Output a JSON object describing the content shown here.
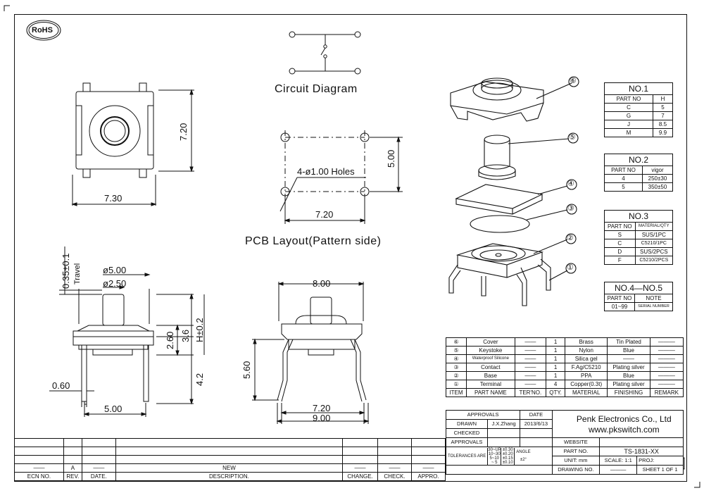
{
  "logo": {
    "text": "RoHS"
  },
  "circuit": {
    "label": "Circuit Diagram"
  },
  "pcb": {
    "label": "PCB Layout(Pattern side)",
    "holes_label": "4-ø1.00 Holes",
    "dim_h": "5.00",
    "dim_w": "7.20"
  },
  "top_view": {
    "dim_w": "7.30",
    "dim_h": "7.20"
  },
  "side_view": {
    "d1": "ø5.00",
    "d2": "ø2.50",
    "travel": "0.35±0.1",
    "travel_word": "Travel",
    "h1": "2.60",
    "h2": "3.6",
    "h3": "H±0.2",
    "h4": "4.2",
    "w1": "0.60",
    "w2": "5.00"
  },
  "front_view": {
    "w_top": "8.00",
    "h": "5.60",
    "w1": "7.20",
    "w2": "9.00"
  },
  "part_callouts": [
    "⑥",
    "⑤",
    "④",
    "③",
    "②",
    "①"
  ],
  "no1": {
    "title": "NO.1",
    "headers": [
      "PART NO",
      "H"
    ],
    "rows": [
      [
        "C",
        "5"
      ],
      [
        "G",
        "7"
      ],
      [
        "J",
        "8.5"
      ],
      [
        "M",
        "9.9"
      ]
    ]
  },
  "no2": {
    "title": "NO.2",
    "headers": [
      "PART NO",
      "vigor"
    ],
    "rows": [
      [
        "4",
        "250±30"
      ],
      [
        "5",
        "350±50"
      ]
    ]
  },
  "no3": {
    "title": "NO.3",
    "headers": [
      "PART NO",
      "MATERIAL/QTY"
    ],
    "rows": [
      [
        "S",
        "SUS/1PC"
      ],
      [
        "C",
        "C5210/1PC"
      ],
      [
        "D",
        "SUS/2PCS"
      ],
      [
        "F",
        "C5210/2PCS"
      ]
    ]
  },
  "no45": {
    "title": "NO.4—NO.5",
    "headers": [
      "PART NO",
      "NOTE"
    ],
    "rows": [
      [
        "01~99",
        "SERIAL NUMBER"
      ]
    ]
  },
  "bom": {
    "rows": [
      [
        "⑥",
        "Cover",
        "——",
        "1",
        "Brass",
        "Tin Plated",
        "———"
      ],
      [
        "⑤",
        "Keystoke",
        "——",
        "1",
        "Nylon",
        "Blue",
        "———"
      ],
      [
        "④",
        "Waterproof Silicone",
        "——",
        "1",
        "Silica gel",
        "——",
        "———"
      ],
      [
        "③",
        "Contact",
        "——",
        "1",
        "F.Ag/C5210",
        "Plating silver",
        "———"
      ],
      [
        "②",
        "Base",
        "——",
        "1",
        "PPA",
        "Blue",
        "———"
      ],
      [
        "①",
        "Terminal",
        "——",
        "4",
        "Copper(0.3t)",
        "Plating silver",
        "———"
      ]
    ],
    "headers": [
      "ITEM",
      "PART NAME",
      "TER'NO.",
      "QTY.",
      "MATERIAL",
      "FINISHING",
      "REMARK"
    ]
  },
  "title_block": {
    "approvals": "APPROVALS",
    "date": "DATE",
    "drawn": "DRAWN",
    "drawn_by": "J.X.Zhang",
    "drawn_date": "2013/6/13",
    "checked": "CHECKED",
    "approvals2": "APPROVALS",
    "company": "Penk Electronics Co., Ltd",
    "website_url": "www.pkswitch.com",
    "website": "WEBSITE",
    "part_no_label": "PART NO.",
    "part_no": "TS-1831-XX",
    "unit": "UNIT: mm",
    "scale": "SCALE:  1:1",
    "proj": "PROJ:",
    "drawing_no": "DRAWING NO.",
    "drawing_no_val": "———",
    "sheet": "SHEET  1  OF  1",
    "tol_label": "TOLERANCES ARE",
    "angle": "ANGLE",
    "angle_val": "±2°",
    "tol_ranges": [
      "30~UP",
      "10~30",
      "5~10",
      "~ 5"
    ],
    "tol_values": [
      "±0.30",
      "±0.20",
      "±0.15",
      "±0.10"
    ]
  },
  "revision": {
    "row": [
      "——",
      "A",
      "——",
      "NEW",
      "——",
      "——",
      "——"
    ],
    "headers": [
      "ECN NO.",
      "REV.",
      "DATE.",
      "DESCRIPTION.",
      "CHANGE.",
      "CHECK.",
      "APPRO."
    ]
  }
}
